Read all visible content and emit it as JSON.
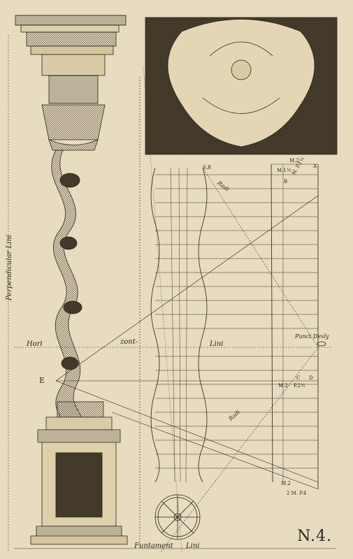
{
  "labels": {
    "perpendicular": "Perpendicular Lini",
    "hori": "Hori",
    "zont": "zont-",
    "lini_center": "Lini",
    "e_label": "E",
    "funtament": "Funtament",
    "funtament_lini": "Lini",
    "point_of_sight": "Punct Devly",
    "radi_top": "Radi",
    "radi_bottom": "Radi",
    "sr": "S.R",
    "m2_top": "M.2",
    "m1_5": "M.1½",
    "b": "B",
    "m_p1": "M. P.1½",
    "a": "A",
    "c": "C",
    "d": "D",
    "m2_mid": "M.2",
    "p2": "P.2½",
    "m2_bottom": "M.2",
    "m_p4": "2 M. P.4",
    "plate_number": "N.4."
  },
  "colors": {
    "paper": "#e8dcc0",
    "ink": "#2a241c"
  }
}
